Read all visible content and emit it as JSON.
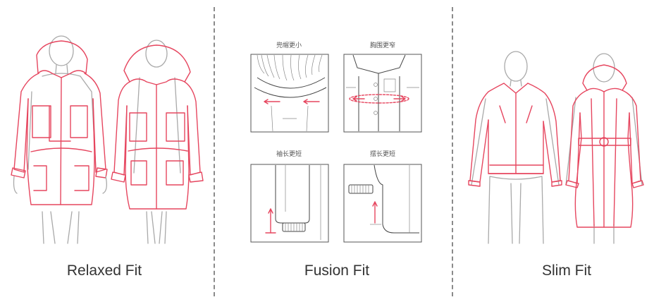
{
  "labels": {
    "relaxed": "Relaxed Fit",
    "fusion": "Fusion Fit",
    "slim": "Slim Fit"
  },
  "fusion_details": [
    {
      "caption": "兜帽更小"
    },
    {
      "caption": "胸围更窄"
    },
    {
      "caption": "袖长更短"
    },
    {
      "caption": "摆长更短"
    }
  ],
  "colors": {
    "accent": "#e6465f",
    "figure_outline": "#a9a9a9",
    "divider": "#8a8a8a",
    "label_text": "#333333"
  }
}
